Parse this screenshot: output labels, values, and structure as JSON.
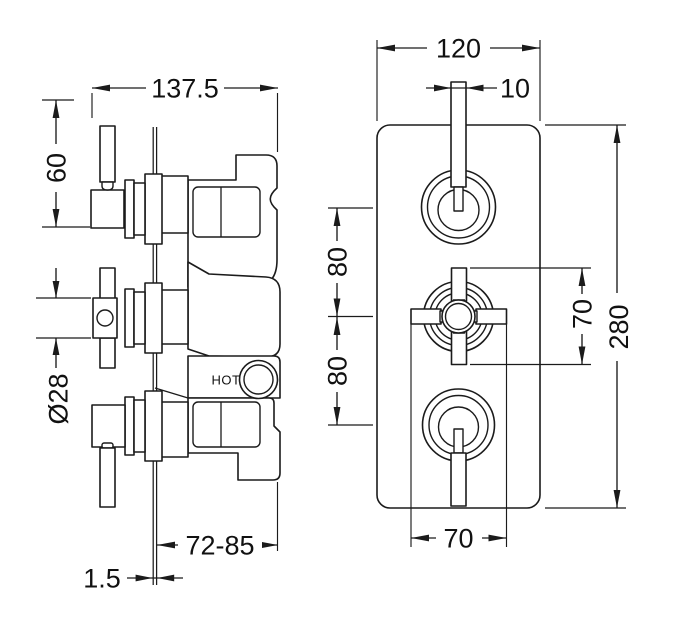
{
  "colors": {
    "ink": "#1b1b1b",
    "background": "#ffffff"
  },
  "labels": {
    "hot": "HOT"
  },
  "views": {
    "side": {
      "dimensions": {
        "width": "137.5",
        "handle_height": "60",
        "handle_diameter": "Ø28",
        "depth_range": "72-85",
        "panel_thickness": "1.5"
      }
    },
    "front": {
      "dimensions": {
        "plate_width": "120",
        "stem_width": "10",
        "spacing_upper": "80",
        "spacing_lower": "80",
        "handle_length": "70",
        "plate_height": "280",
        "handle_span": "70"
      }
    }
  }
}
